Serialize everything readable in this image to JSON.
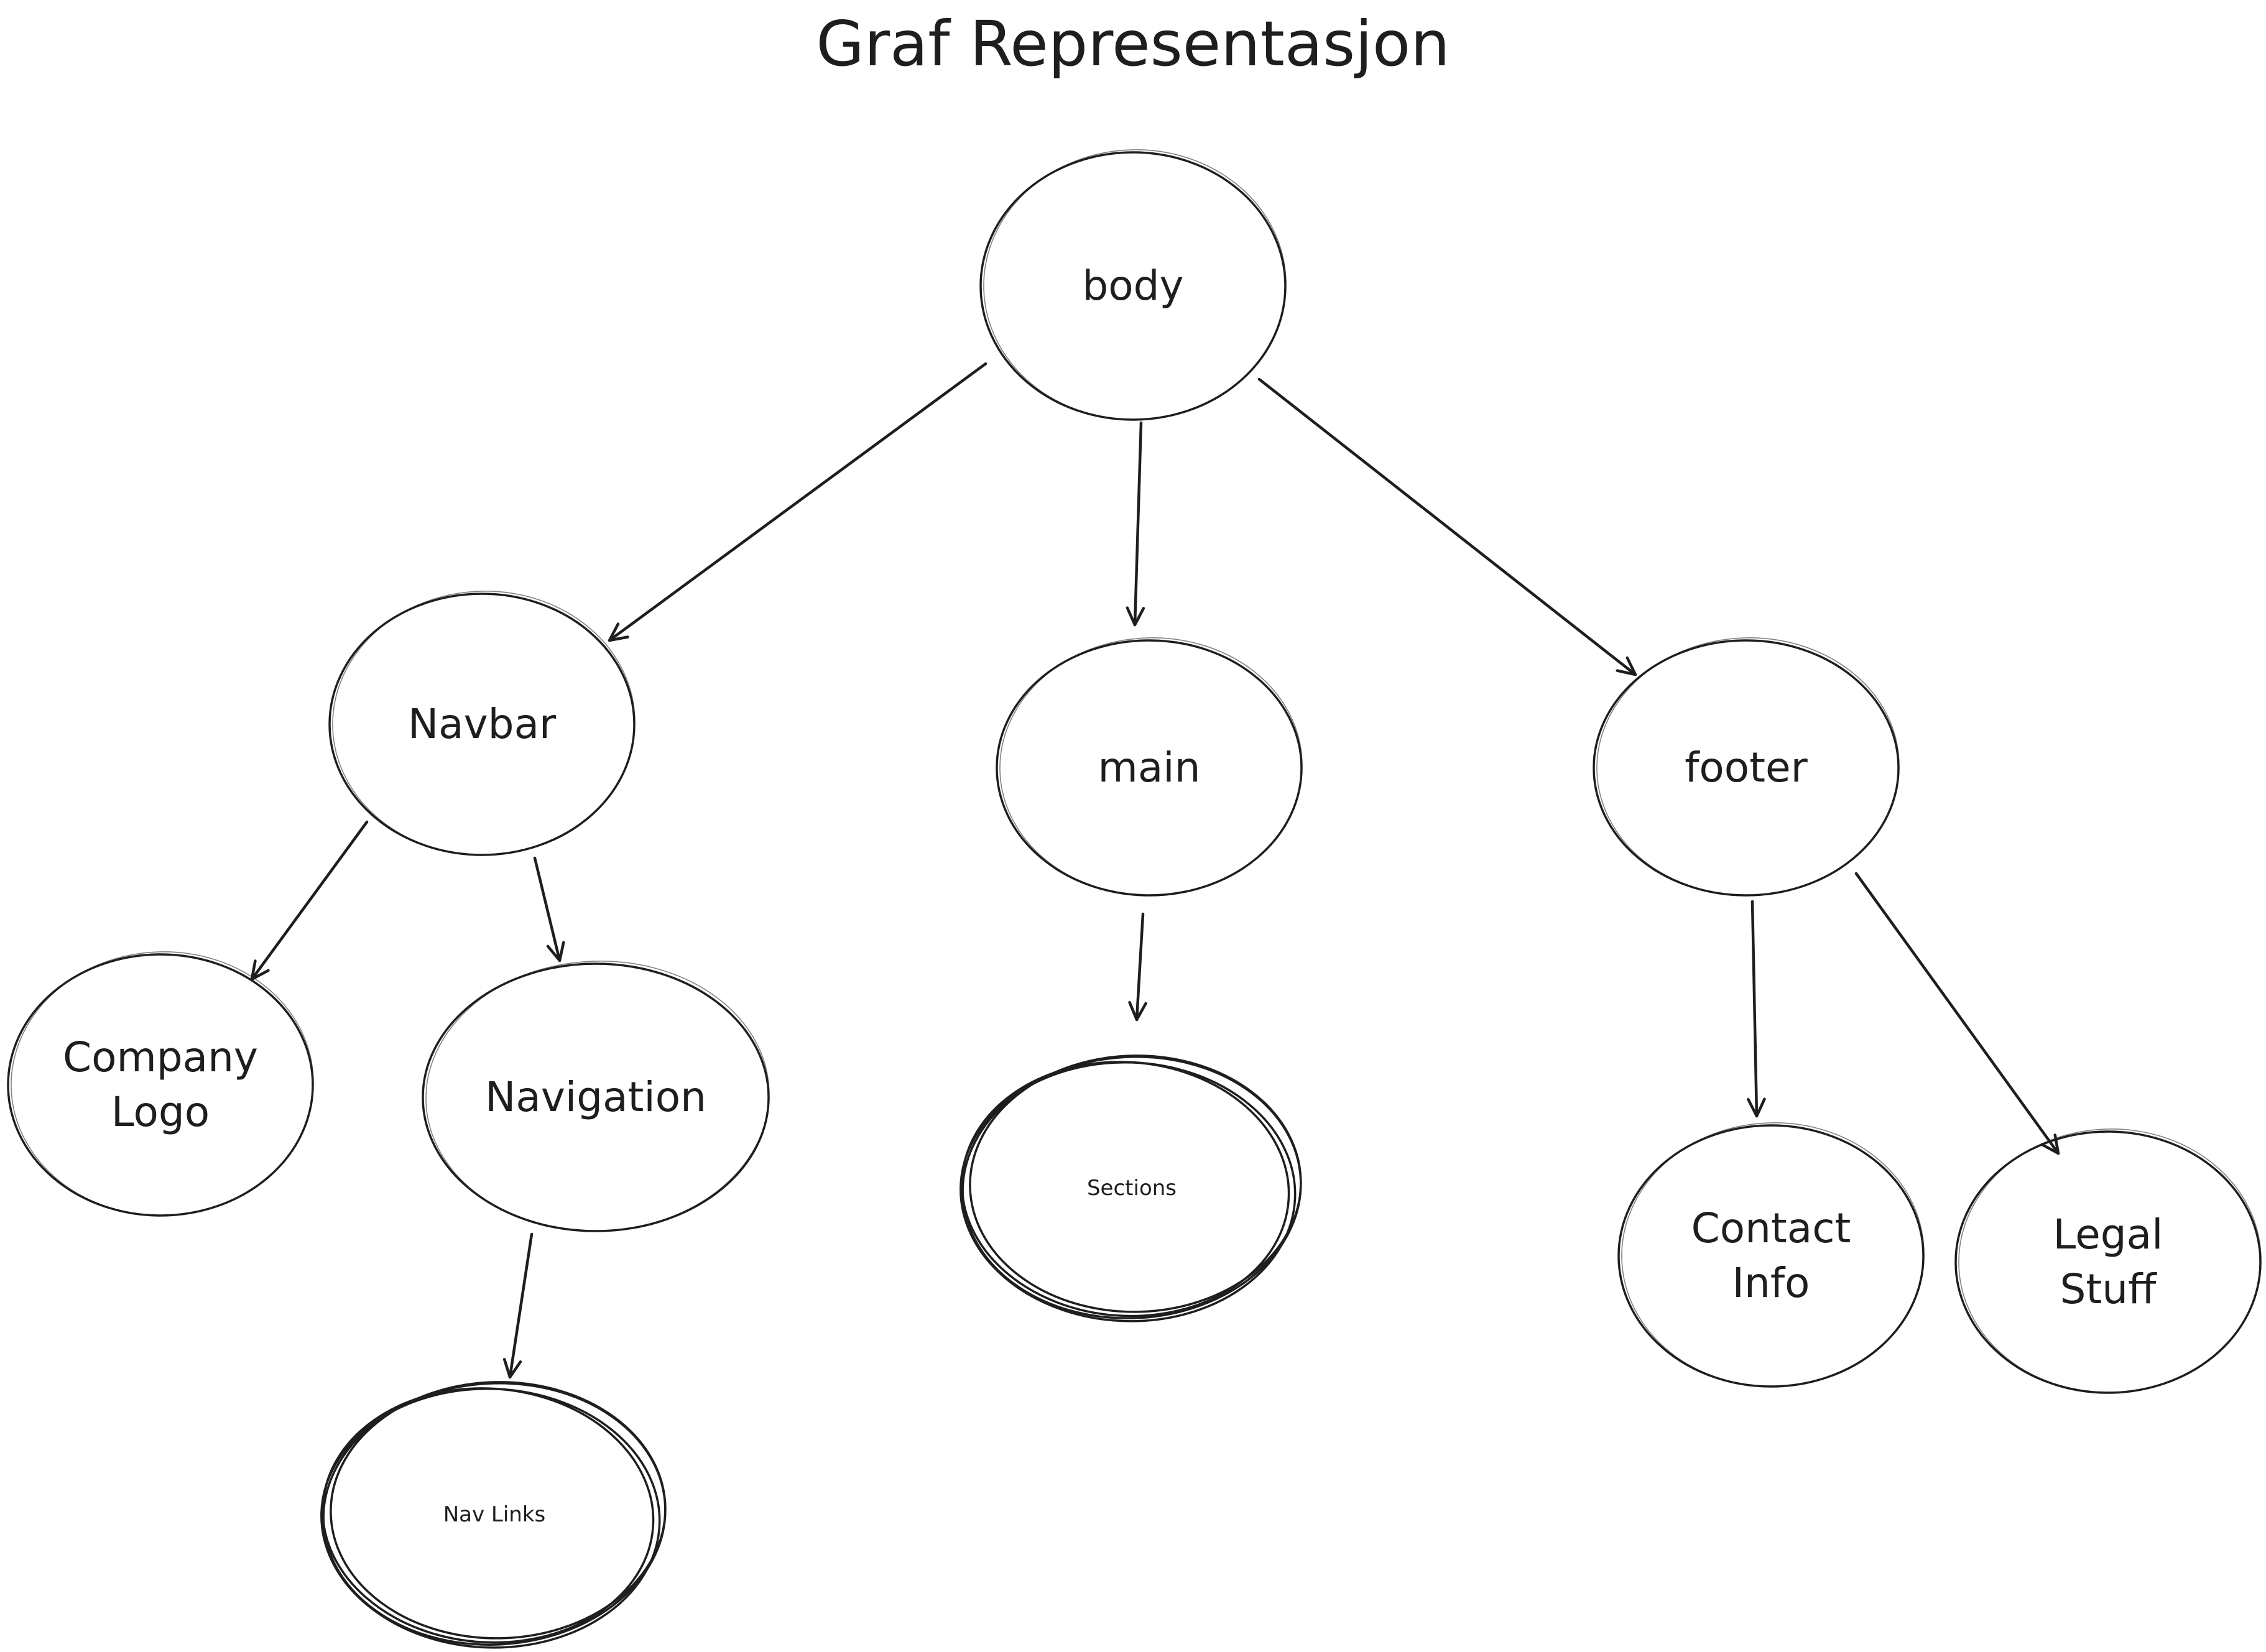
{
  "title": "Graf Representasjon",
  "nodes": [
    {
      "id": "body",
      "label": "body",
      "lines": [
        "body"
      ],
      "stacked": false
    },
    {
      "id": "navbar",
      "label": "Navbar",
      "lines": [
        "Navbar"
      ],
      "stacked": false
    },
    {
      "id": "main",
      "label": "main",
      "lines": [
        "main"
      ],
      "stacked": false
    },
    {
      "id": "footer",
      "label": "footer",
      "lines": [
        "footer"
      ],
      "stacked": false
    },
    {
      "id": "company-logo",
      "label": "Company Logo",
      "lines": [
        "Company",
        "Logo"
      ],
      "stacked": false
    },
    {
      "id": "navigation",
      "label": "Navigation",
      "lines": [
        "Navigation"
      ],
      "stacked": false
    },
    {
      "id": "sections",
      "label": "Sections",
      "lines": [
        "Sections"
      ],
      "stacked": true
    },
    {
      "id": "nav-links",
      "label": "Nav Links",
      "lines": [
        "Nav Links"
      ],
      "stacked": true
    },
    {
      "id": "contact-info",
      "label": "Contact Info",
      "lines": [
        "Contact",
        "Info"
      ],
      "stacked": false
    },
    {
      "id": "legal-stuff",
      "label": "Legal Stuff",
      "lines": [
        "Legal",
        "Stuff"
      ],
      "stacked": false
    }
  ],
  "edges": [
    {
      "from": "body",
      "to": "navbar"
    },
    {
      "from": "body",
      "to": "main"
    },
    {
      "from": "body",
      "to": "footer"
    },
    {
      "from": "navbar",
      "to": "company-logo"
    },
    {
      "from": "navbar",
      "to": "navigation"
    },
    {
      "from": "navigation",
      "to": "nav-links"
    },
    {
      "from": "main",
      "to": "sections"
    },
    {
      "from": "footer",
      "to": "contact-info"
    },
    {
      "from": "footer",
      "to": "legal-stuff"
    }
  ],
  "colors": {
    "stroke": "#1e1e1e",
    "background": "#ffffff"
  }
}
